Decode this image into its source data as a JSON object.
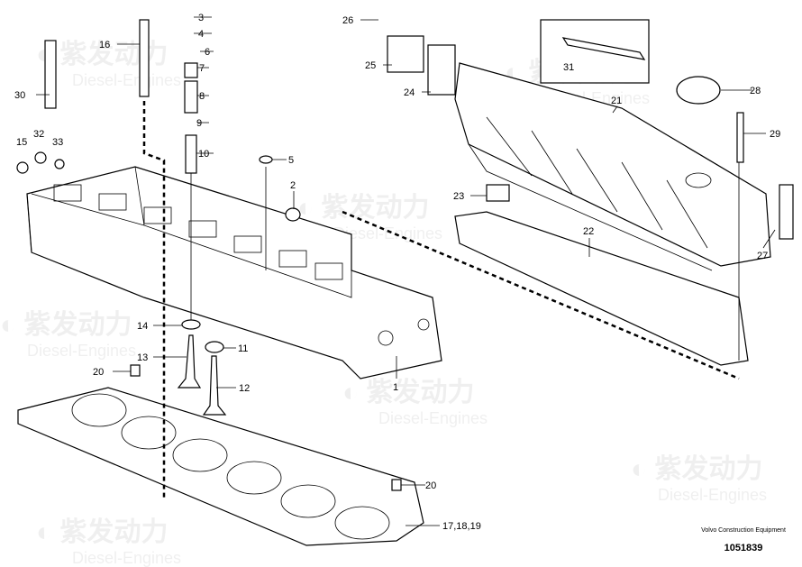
{
  "watermark": {
    "brand": "紫发动力",
    "sub": "Diesel-Engines"
  },
  "footer": {
    "company": "Volvo Construction Equipment",
    "drawing_number": "1051839"
  },
  "callouts": [
    "3",
    "4",
    "6",
    "7",
    "8",
    "9",
    "10",
    "16",
    "30",
    "32",
    "15",
    "33",
    "5",
    "2",
    "1",
    "14",
    "11",
    "13",
    "12",
    "20",
    "20",
    "17,18,19",
    "26",
    "25",
    "24",
    "31",
    "21",
    "28",
    "29",
    "23",
    "22",
    "27"
  ]
}
